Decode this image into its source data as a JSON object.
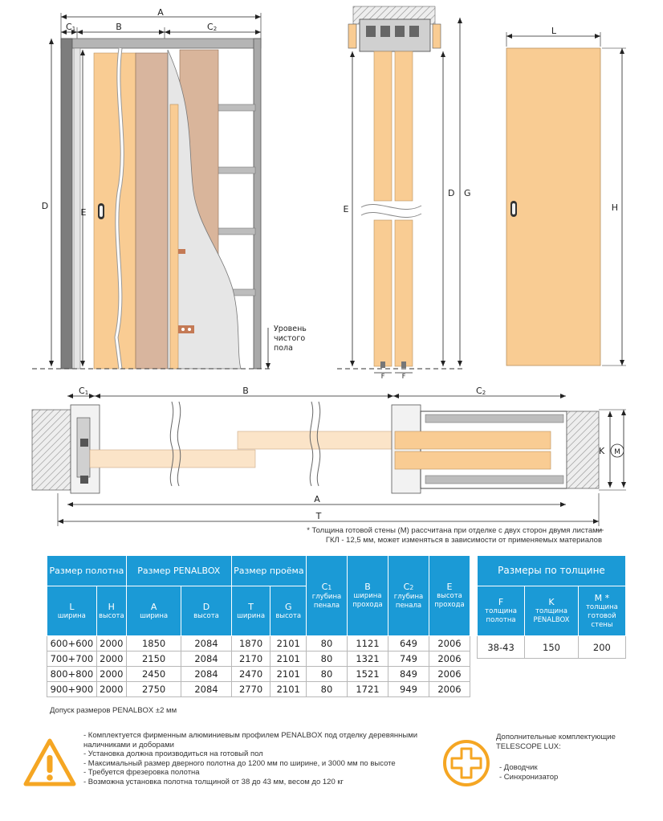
{
  "labels": {
    "A": "A",
    "B": "B",
    "C1": "C",
    "C1_sub": "1",
    "C2": "C",
    "C2_sub": "2",
    "D": "D",
    "E": "E",
    "F": "F",
    "G": "G",
    "H": "H",
    "L": "L",
    "K": "K",
    "M": "M",
    "T": "T"
  },
  "floor_label": [
    "Уровень",
    "чистого",
    "пола"
  ],
  "footnote": [
    "* Толщина готовой стены (М) рассчитана при отделке с двух сторон двумя листами",
    "ГКЛ - 12,5 мм, может изменяться в зависимости от применяемых материалов"
  ],
  "table_main": {
    "groups": [
      "Размер полотна",
      "Размер PENALBOX",
      "Размер  проёма"
    ],
    "single_headers": [
      {
        "top": "C",
        "sub": "1",
        "rest": [
          "глубина",
          "пенала"
        ]
      },
      {
        "top": "B",
        "sub": "",
        "rest": [
          "ширина",
          "прохода"
        ]
      },
      {
        "top": "C",
        "sub": "2",
        "rest": [
          "глубина",
          "пенала"
        ]
      },
      {
        "top": "E",
        "sub": "",
        "rest": [
          "высота",
          "прохода"
        ]
      }
    ],
    "sub_headers": [
      {
        "letter": "L",
        "desc": "ширина"
      },
      {
        "letter": "H",
        "desc": "высота"
      },
      {
        "letter": "A",
        "desc": "ширина"
      },
      {
        "letter": "D",
        "desc": "высота"
      },
      {
        "letter": "T",
        "desc": "ширина"
      },
      {
        "letter": "G",
        "desc": "высота"
      }
    ],
    "rows": [
      [
        "600+600",
        "2000",
        "1850",
        "2084",
        "1870",
        "2101",
        "80",
        "1121",
        "649",
        "2006"
      ],
      [
        "700+700",
        "2000",
        "2150",
        "2084",
        "2170",
        "2101",
        "80",
        "1321",
        "749",
        "2006"
      ],
      [
        "800+800",
        "2000",
        "2450",
        "2084",
        "2470",
        "2101",
        "80",
        "1521",
        "849",
        "2006"
      ],
      [
        "900+900",
        "2000",
        "2750",
        "2084",
        "2770",
        "2101",
        "80",
        "1721",
        "949",
        "2006"
      ]
    ]
  },
  "table_thick": {
    "title": "Размеры по толщине",
    "headers": [
      {
        "letter": "F",
        "desc": [
          "толщина",
          "полотна"
        ]
      },
      {
        "letter": "K",
        "desc": [
          "толщина",
          "PENALBOX"
        ]
      },
      {
        "letter": "M *",
        "desc": [
          "толщина",
          "готовой",
          "стены"
        ]
      }
    ],
    "row": [
      "38-43",
      "150",
      "200"
    ]
  },
  "tolerance": "Допуск размеров PENALBOX ±2 мм",
  "features": [
    "- Комплектуется фирменным алюминиевым профилем PENALBOX под отделку деревянными",
    "   наличниками и доборами",
    "- Установка должна производиться на готовый пол",
    "- Максимальный размер дверного полотна до 1200 мм по ширине, и 3000 мм по высоте",
    "- Требуется фрезеровка полотна",
    "- Возможна установка полотна толщиной от 38 до 43 мм, весом до 120 кг"
  ],
  "accessories_title": [
    "Дополнительные комплектующие",
    "TELESCOPE LUX:"
  ],
  "accessories": [
    "- Доводчик",
    "- Синхронизатор"
  ],
  "colors": {
    "accent": "#1b9ad6",
    "warning": "#f5a623",
    "plus": "#f5a623",
    "door": "#f9cc93",
    "frame": "#8a8a8a"
  }
}
